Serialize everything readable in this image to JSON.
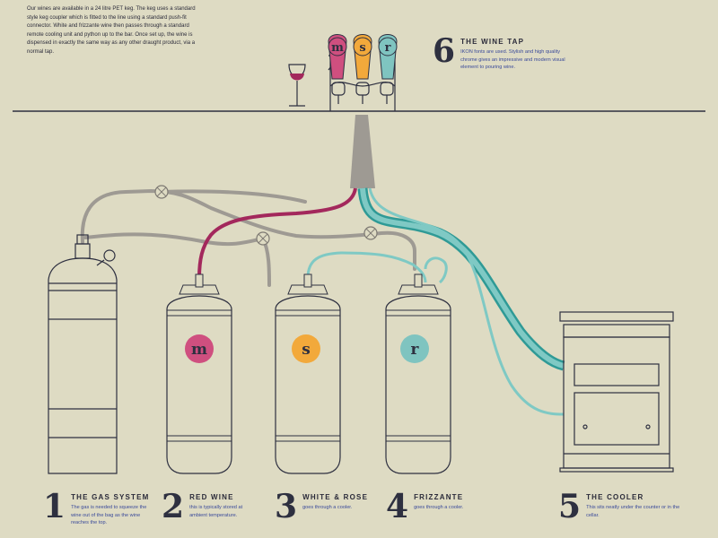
{
  "intro_text": "Our wines are available in a 24 litre PET keg. The keg uses a standard style keg coupler which is fitted to the line using a standard push-fit connector. White and frizzante wine then passes through a standard remote cooling unit and python up to the bar. Once set up, the wine is dispensed in exactly the same way as any other draught product, via a normal tap.",
  "tap_handles": [
    "m",
    "s",
    "r"
  ],
  "keg_labels": [
    "m",
    "s",
    "r"
  ],
  "colors": {
    "background": "#dedbc3",
    "line": "#2e3040",
    "gray_pipe": "#9e9a93",
    "red_wine": "#a3285c",
    "teal": "#7fc9c4",
    "teal_dark": "#2f9a96",
    "badge_m": "#cf4f7f",
    "badge_s": "#f2a93b",
    "badge_r": "#7fc4c0",
    "description_text": "#3a4a9a"
  },
  "steps": [
    {
      "number": "1",
      "title": "THE GAS SYSTEM",
      "description": "The gas is needed to squeeze the wine out of the bag as the wine reaches the top."
    },
    {
      "number": "2",
      "title": "RED WINE",
      "description": "this is typically stored at ambient temperature."
    },
    {
      "number": "3",
      "title": "WHITE & ROSE",
      "description": "goes through a cooler."
    },
    {
      "number": "4",
      "title": "FRIZZANTE",
      "description": "goes through a cooler."
    },
    {
      "number": "5",
      "title": "THE COOLER",
      "description": "This sits neatly under the counter or in the cellar."
    },
    {
      "number": "6",
      "title": "THE WINE TAP",
      "description": "IKON fonts are used. Stylish and high quality chrome gives an impressive and modern visual element to pouring wine."
    }
  ]
}
